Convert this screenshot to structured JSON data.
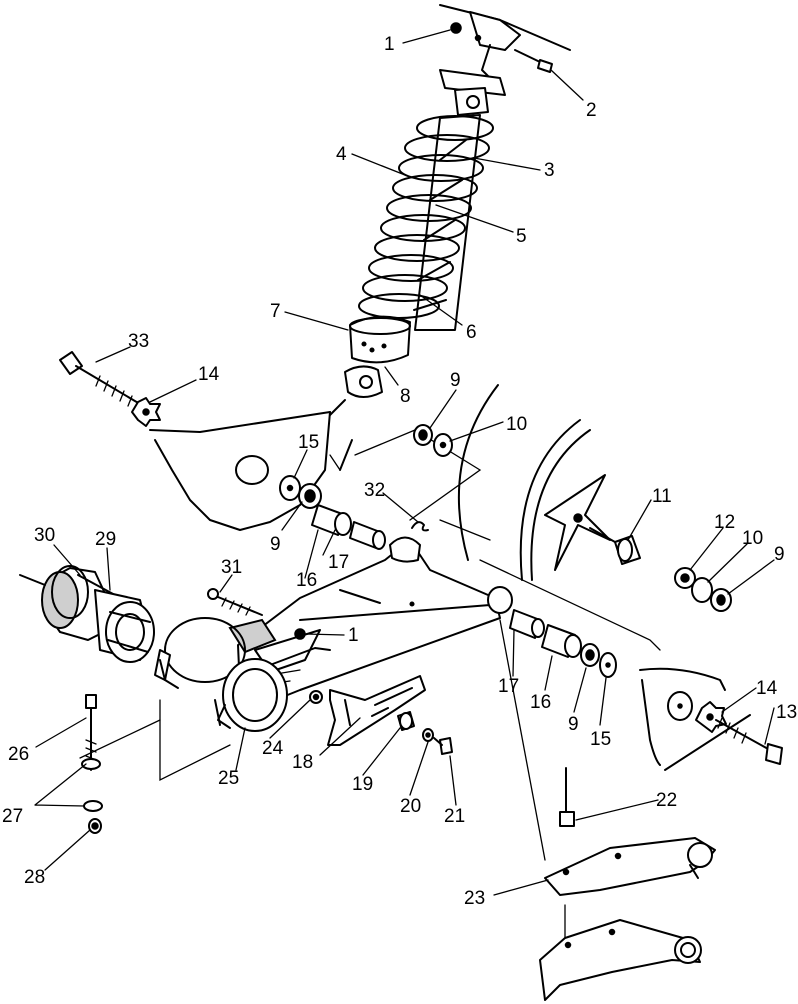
{
  "callouts": [
    {
      "id": "c1a",
      "text": "1"
    },
    {
      "id": "c2",
      "text": "2"
    },
    {
      "id": "c3",
      "text": "3"
    },
    {
      "id": "c4",
      "text": "4"
    },
    {
      "id": "c5",
      "text": "5"
    },
    {
      "id": "c6",
      "text": "6"
    },
    {
      "id": "c7",
      "text": "7"
    },
    {
      "id": "c8",
      "text": "8"
    },
    {
      "id": "c33",
      "text": "33"
    },
    {
      "id": "c14a",
      "text": "14"
    },
    {
      "id": "c9a",
      "text": "9"
    },
    {
      "id": "c10a",
      "text": "10"
    },
    {
      "id": "c15a",
      "text": "15"
    },
    {
      "id": "c32",
      "text": "32"
    },
    {
      "id": "c11",
      "text": "11"
    },
    {
      "id": "c12",
      "text": "12"
    },
    {
      "id": "c10b",
      "text": "10"
    },
    {
      "id": "c9b",
      "text": "9"
    },
    {
      "id": "c30",
      "text": "30"
    },
    {
      "id": "c29",
      "text": "29"
    },
    {
      "id": "c9c",
      "text": "9"
    },
    {
      "id": "c17a",
      "text": "17"
    },
    {
      "id": "c16a",
      "text": "16"
    },
    {
      "id": "c31",
      "text": "31"
    },
    {
      "id": "c1b",
      "text": "1"
    },
    {
      "id": "c17b",
      "text": "17"
    },
    {
      "id": "c16b",
      "text": "16"
    },
    {
      "id": "c9d",
      "text": "9"
    },
    {
      "id": "c15b",
      "text": "15"
    },
    {
      "id": "c14b",
      "text": "14"
    },
    {
      "id": "c13",
      "text": "13"
    },
    {
      "id": "c26",
      "text": "26"
    },
    {
      "id": "c24",
      "text": "24"
    },
    {
      "id": "c25",
      "text": "25"
    },
    {
      "id": "c18",
      "text": "18"
    },
    {
      "id": "c19",
      "text": "19"
    },
    {
      "id": "c20",
      "text": "20"
    },
    {
      "id": "c21",
      "text": "21"
    },
    {
      "id": "c27",
      "text": "27"
    },
    {
      "id": "c28",
      "text": "28"
    },
    {
      "id": "c22",
      "text": "22"
    },
    {
      "id": "c23",
      "text": "23"
    }
  ]
}
